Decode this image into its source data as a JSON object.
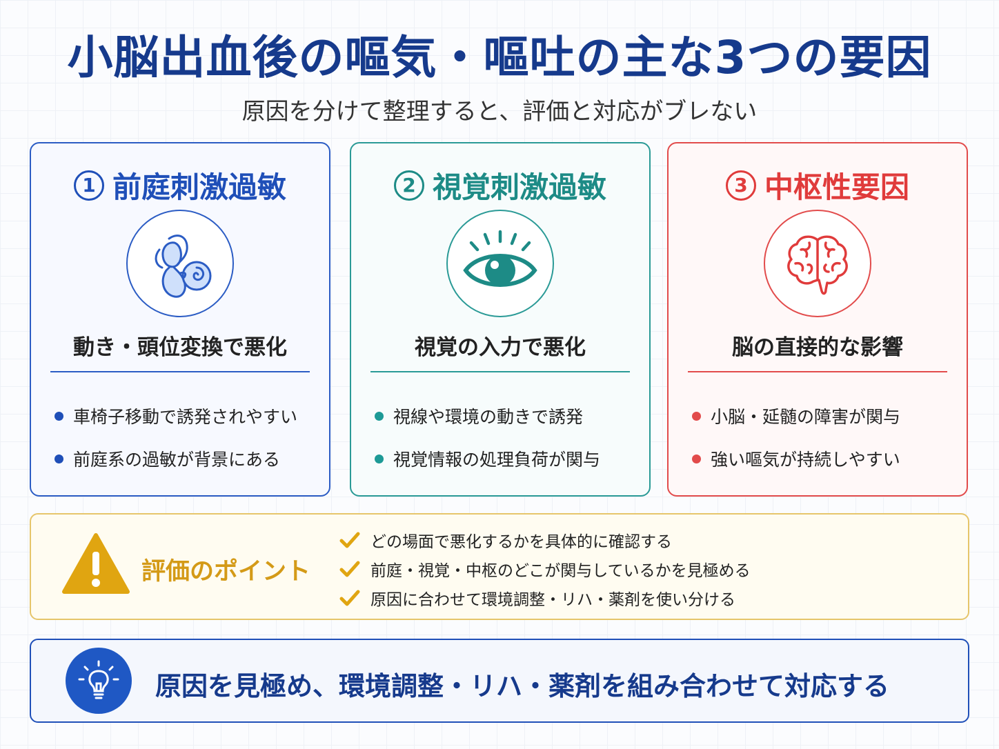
{
  "title": "小脳出血後の嘔気・嘔吐の主な3つの要因",
  "subtitle": "原因を分けて整理すると、評価と対応がブレない",
  "cards": [
    {
      "number": "1",
      "title": "前庭刺激過敏",
      "icon": "inner-ear-icon",
      "subtitle": "動き・頭位変換で悪化",
      "bullets": [
        "車椅子移動で誘発されやすい",
        "前庭系の過敏が背景にある"
      ],
      "color": "#1f4fb8"
    },
    {
      "number": "2",
      "title": "視覚刺激過敏",
      "icon": "eye-icon",
      "subtitle": "視覚の入力で悪化",
      "bullets": [
        "視線や環境の動きで誘発",
        "視覚情報の処理負荷が関与"
      ],
      "color": "#1d8b86"
    },
    {
      "number": "3",
      "title": "中枢性要因",
      "icon": "brain-icon",
      "subtitle": "脳の直接的な影響",
      "bullets": [
        "小脳・延髄の障害が関与",
        "強い嘔気が持続しやすい"
      ],
      "color": "#e03b3b"
    }
  ],
  "evaluation": {
    "label": "評価のポイント",
    "icon": "warning-icon",
    "checks": [
      "どの場面で悪化するかを具体的に確認する",
      "前庭・視覚・中枢のどこが関与しているかを見極める",
      "原因に合わせて環境調整・リハ・薬剤を使い分ける"
    ],
    "color": "#d49a17"
  },
  "action": {
    "icon": "lightbulb-icon",
    "text": "原因を見極め、環境調整・リハ・薬剤を組み合わせて対応する",
    "color": "#163a8c"
  }
}
